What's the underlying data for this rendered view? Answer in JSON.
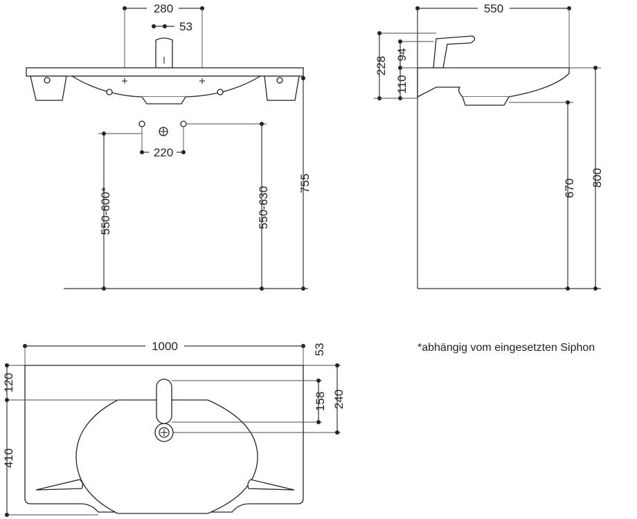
{
  "front_view": {
    "width_holes": "280",
    "tap_offset": "53",
    "drain_spacing": "220",
    "drain_height": "550-600*",
    "wall_mount_height": "550-630",
    "total_height": "755"
  },
  "side_view": {
    "depth": "550",
    "tap_height": "228",
    "tap_reach": "94",
    "rim_thickness": "110",
    "underside_height": "670",
    "rim_height": "800"
  },
  "top_view": {
    "width": "1000",
    "edge_offset": "53",
    "back_edge": "120",
    "tap_hole_height": "158",
    "drain_distance": "240",
    "bowl_depth": "410"
  },
  "footnote": "*abhängig vom eingesetzten Siphon"
}
